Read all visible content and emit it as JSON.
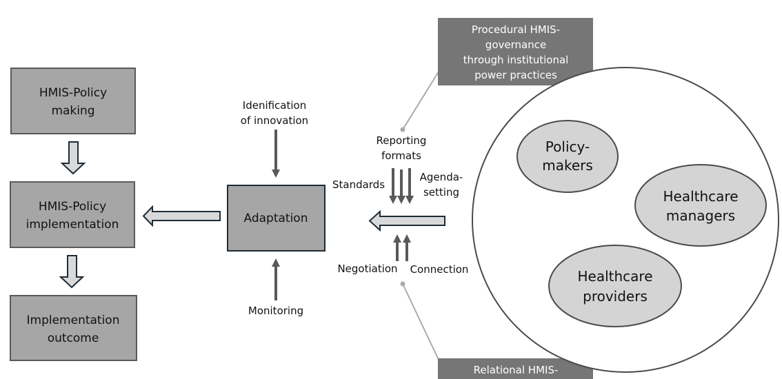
{
  "left_column": {
    "policy_making": [
      "HMIS-Policy",
      "making"
    ],
    "policy_implementation": [
      "HMIS-Policy",
      "implementation"
    ],
    "implementation_outcome": [
      "Implementation",
      "outcome"
    ]
  },
  "center": {
    "adaptation": "Adaptation",
    "identification": [
      "Idenification",
      "of innovation"
    ],
    "monitoring": "Monitoring"
  },
  "influences": {
    "reporting_formats": [
      "Reporting",
      "formats"
    ],
    "standards": "Standards",
    "agenda_setting": [
      "Agenda-",
      "setting"
    ],
    "negotiation": "Negotiation",
    "connection": "Connection"
  },
  "callouts": {
    "procedural": [
      "Procedural HMIS-",
      "governance",
      "through institutional",
      "power practices"
    ],
    "relational": [
      "Relational HMIS-"
    ]
  },
  "actors": {
    "policy_makers": [
      "Policy-",
      "makers"
    ],
    "healthcare_managers": [
      "Healthcare",
      "managers"
    ],
    "healthcare_providers": [
      "Healthcare",
      "providers"
    ]
  }
}
